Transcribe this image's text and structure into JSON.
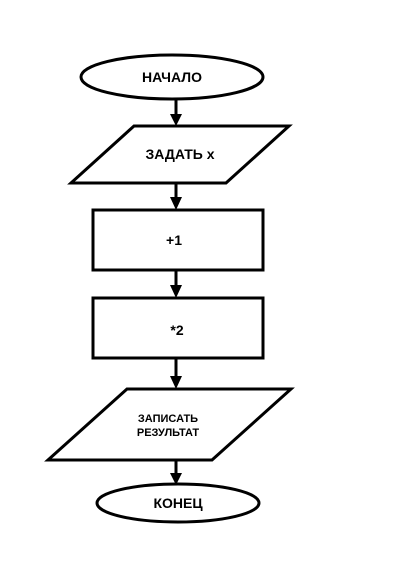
{
  "nodes": {
    "start": {
      "shape": "terminator",
      "label": "НАЧАЛО"
    },
    "input": {
      "shape": "parallelogram",
      "label": "ЗАДАТЬ х"
    },
    "add": {
      "shape": "process",
      "label": "+1"
    },
    "multiply": {
      "shape": "process",
      "label": "*2"
    },
    "output": {
      "shape": "parallelogram",
      "label_line1": "ЗАПИСАТЬ",
      "label_line2": "РЕЗУЛЬТАТ"
    },
    "end": {
      "shape": "terminator",
      "label": "КОНЕЦ"
    }
  },
  "edges": [
    {
      "from": "start",
      "to": "input"
    },
    {
      "from": "input",
      "to": "add"
    },
    {
      "from": "add",
      "to": "multiply"
    },
    {
      "from": "multiply",
      "to": "output"
    },
    {
      "from": "output",
      "to": "end"
    }
  ],
  "colors": {
    "stroke": "#000000",
    "fill": "#ffffff",
    "text": "#000000"
  }
}
